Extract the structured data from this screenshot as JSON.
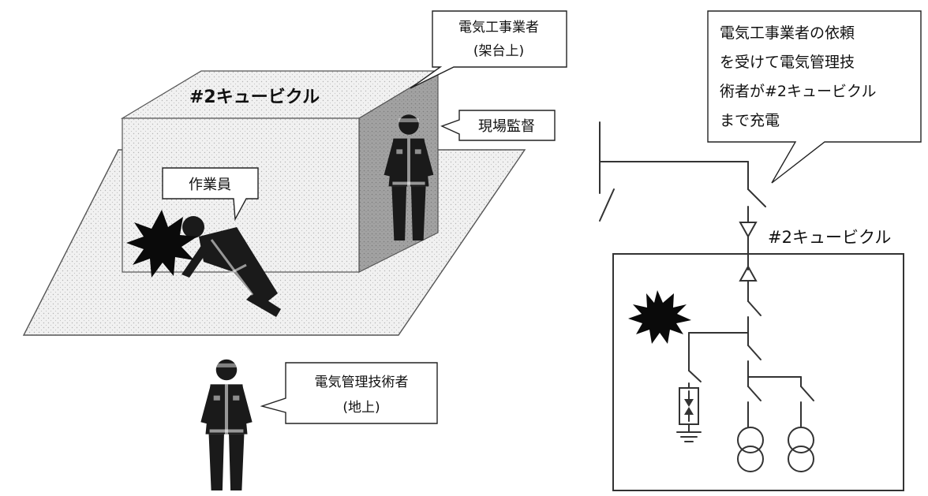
{
  "left_scene": {
    "cubicle_label": "#2キュービクル",
    "electrician_label_line1": "電気工事業者",
    "electrician_label_line2": "(架台上)",
    "supervisor_label": "現場監督",
    "worker_label": "作業員",
    "engineer_label_line1": "電気管理技術者",
    "engineer_label_line2": "(地上)"
  },
  "right_scene": {
    "note_lines": [
      "電気工事業者の依頼",
      "を受けて電気管理技",
      "術者が#2キュービクル",
      "まで充電"
    ],
    "cubicle_label": "#2キュービクル"
  },
  "colors": {
    "ink": "#111111",
    "floor": "#eaeaea",
    "box_front": "#e6e6e6",
    "box_top": "#d2d2d2",
    "box_side": "#9c9c9c",
    "person": "#1a1a1a"
  }
}
